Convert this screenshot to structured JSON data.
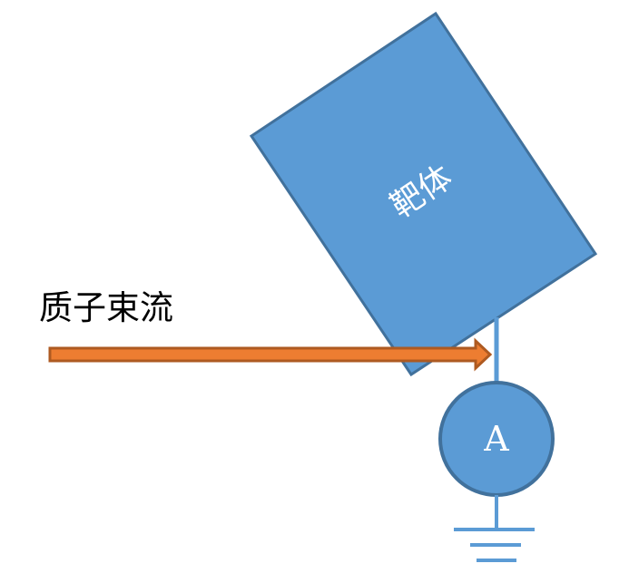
{
  "diagram": {
    "target_label": "靶体",
    "beam_label": "质子束流",
    "ammeter_label": "A",
    "colors": {
      "fill": "#5b9bd5",
      "stroke": "#41719c",
      "arrow_fill": "#ed7d31",
      "arrow_stroke": "#ae5a21",
      "label_dark": "#000000",
      "label_light": "#ffffff"
    }
  }
}
